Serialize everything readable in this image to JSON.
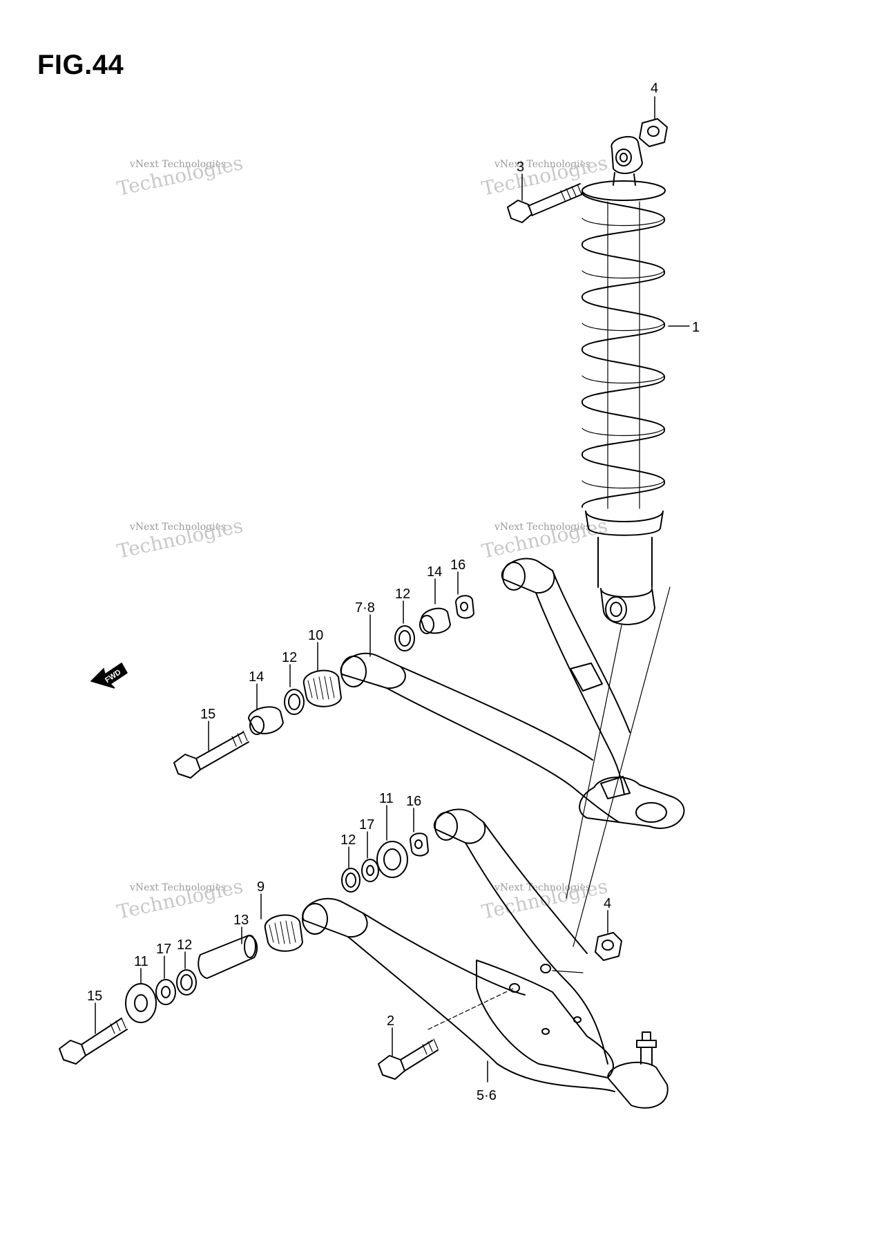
{
  "figure": {
    "title": "FIG.44"
  },
  "watermark": {
    "line1": "vNext Technologies",
    "line2": "Technologies"
  },
  "fwd_label": "FWD",
  "callouts": [
    {
      "id": "c1",
      "label": "1"
    },
    {
      "id": "c2",
      "label": "2"
    },
    {
      "id": "c3",
      "label": "3"
    },
    {
      "id": "c4a",
      "label": "4"
    },
    {
      "id": "c4b",
      "label": "4"
    },
    {
      "id": "c56",
      "label": "5·6"
    },
    {
      "id": "c78",
      "label": "7·8"
    },
    {
      "id": "c9",
      "label": "9"
    },
    {
      "id": "c10",
      "label": "10"
    },
    {
      "id": "c11a",
      "label": "11"
    },
    {
      "id": "c11b",
      "label": "11"
    },
    {
      "id": "c12a",
      "label": "12"
    },
    {
      "id": "c12b",
      "label": "12"
    },
    {
      "id": "c12c",
      "label": "12"
    },
    {
      "id": "c12d",
      "label": "12"
    },
    {
      "id": "c13",
      "label": "13"
    },
    {
      "id": "c14a",
      "label": "14"
    },
    {
      "id": "c14b",
      "label": "14"
    },
    {
      "id": "c15a",
      "label": "15"
    },
    {
      "id": "c15b",
      "label": "15"
    },
    {
      "id": "c16a",
      "label": "16"
    },
    {
      "id": "c16b",
      "label": "16"
    },
    {
      "id": "c17a",
      "label": "17"
    },
    {
      "id": "c17b",
      "label": "17"
    }
  ]
}
